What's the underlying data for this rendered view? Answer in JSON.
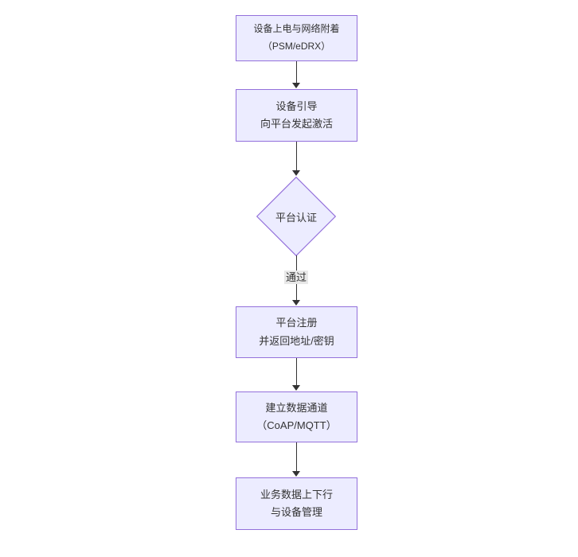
{
  "colors": {
    "node_fill": "#ECECFF",
    "node_border": "#9370DB",
    "edge_line": "#333333",
    "edge_label_bg": "#e8e8e8",
    "text": "#333333",
    "background": "#ffffff"
  },
  "flowchart": {
    "type": "top-down-flowchart",
    "nodes": {
      "power_attach": {
        "line1": "设备上电与网络附着",
        "line2": "（PSM/eDRX）"
      },
      "bootstrap": {
        "line1": "设备引导",
        "line2": "向平台发起激活"
      },
      "auth": {
        "label": "平台认证"
      },
      "register": {
        "line1": "平台注册",
        "line2": "并返回地址/密钥"
      },
      "channel": {
        "line1": "建立数据通道",
        "line2": "（CoAP/MQTT）"
      },
      "business": {
        "line1": "业务数据上下行",
        "line2": "与设备管理"
      }
    },
    "edge_labels": {
      "auth_pass": "通过"
    }
  }
}
